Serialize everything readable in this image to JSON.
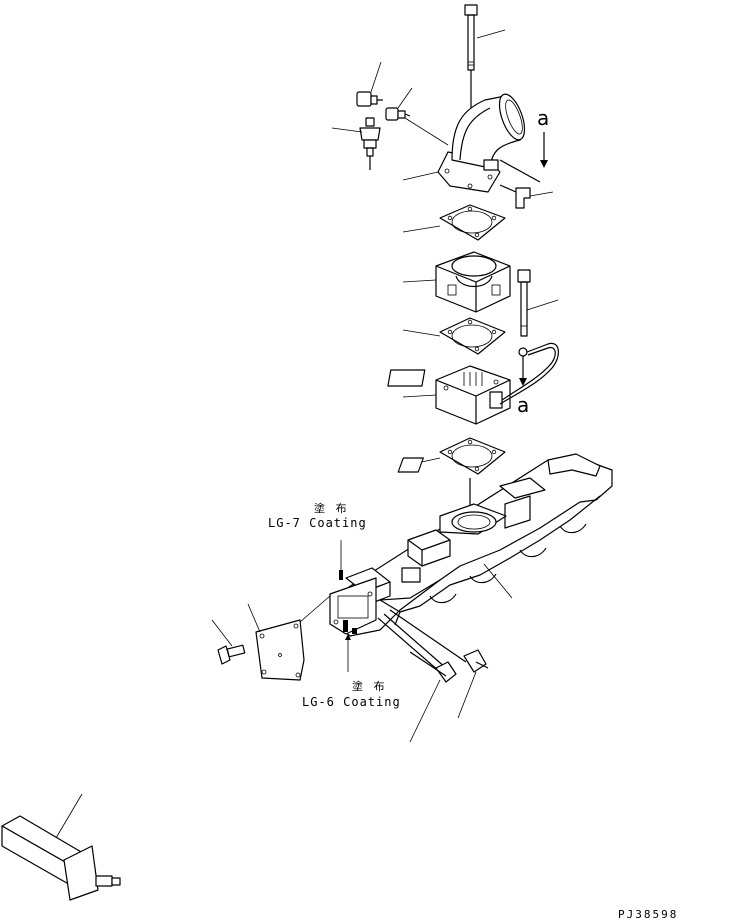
{
  "diagram": {
    "drawing_code": "PJ38598",
    "ref_mark": "a",
    "labels": {
      "top_coating_jp": "塗 布",
      "top_coating": "LG-7 Coating",
      "bottom_coating_jp": "塗 布",
      "bottom_coating": "LG-6 Coating"
    }
  }
}
